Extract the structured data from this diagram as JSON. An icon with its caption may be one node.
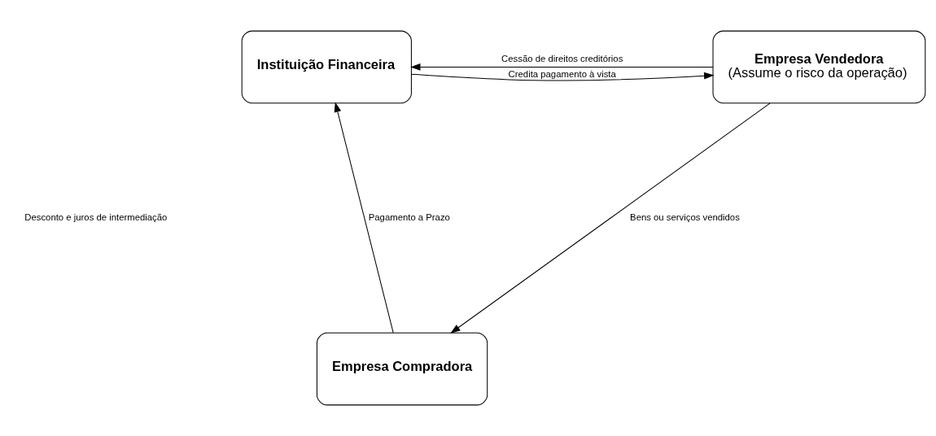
{
  "diagram": {
    "nodes": [
      {
        "text": [
          "Instituição Financeira"
        ]
      },
      {
        "text": [
          "Empresa Vendedora",
          "(Assume o risco da operação)"
        ]
      },
      {
        "text": [
          "Empresa Compradora"
        ]
      }
    ],
    "edges": [
      {
        "from": 1,
        "to": 0,
        "arrow": "to",
        "label": "Cessão de direitos creditórios"
      },
      {
        "from": 0,
        "to": 1,
        "arrow": "to",
        "label": "Credita pagamento à vista"
      },
      {
        "from": 1,
        "to": 2,
        "arrow": "to",
        "label": "Bens ou serviços vendidos"
      },
      {
        "from": 2,
        "to": 0,
        "arrow": "to",
        "label": "Pagamento a Prazo"
      }
    ],
    "labels": [
      "Desconto e juros de intermediação"
    ]
  }
}
